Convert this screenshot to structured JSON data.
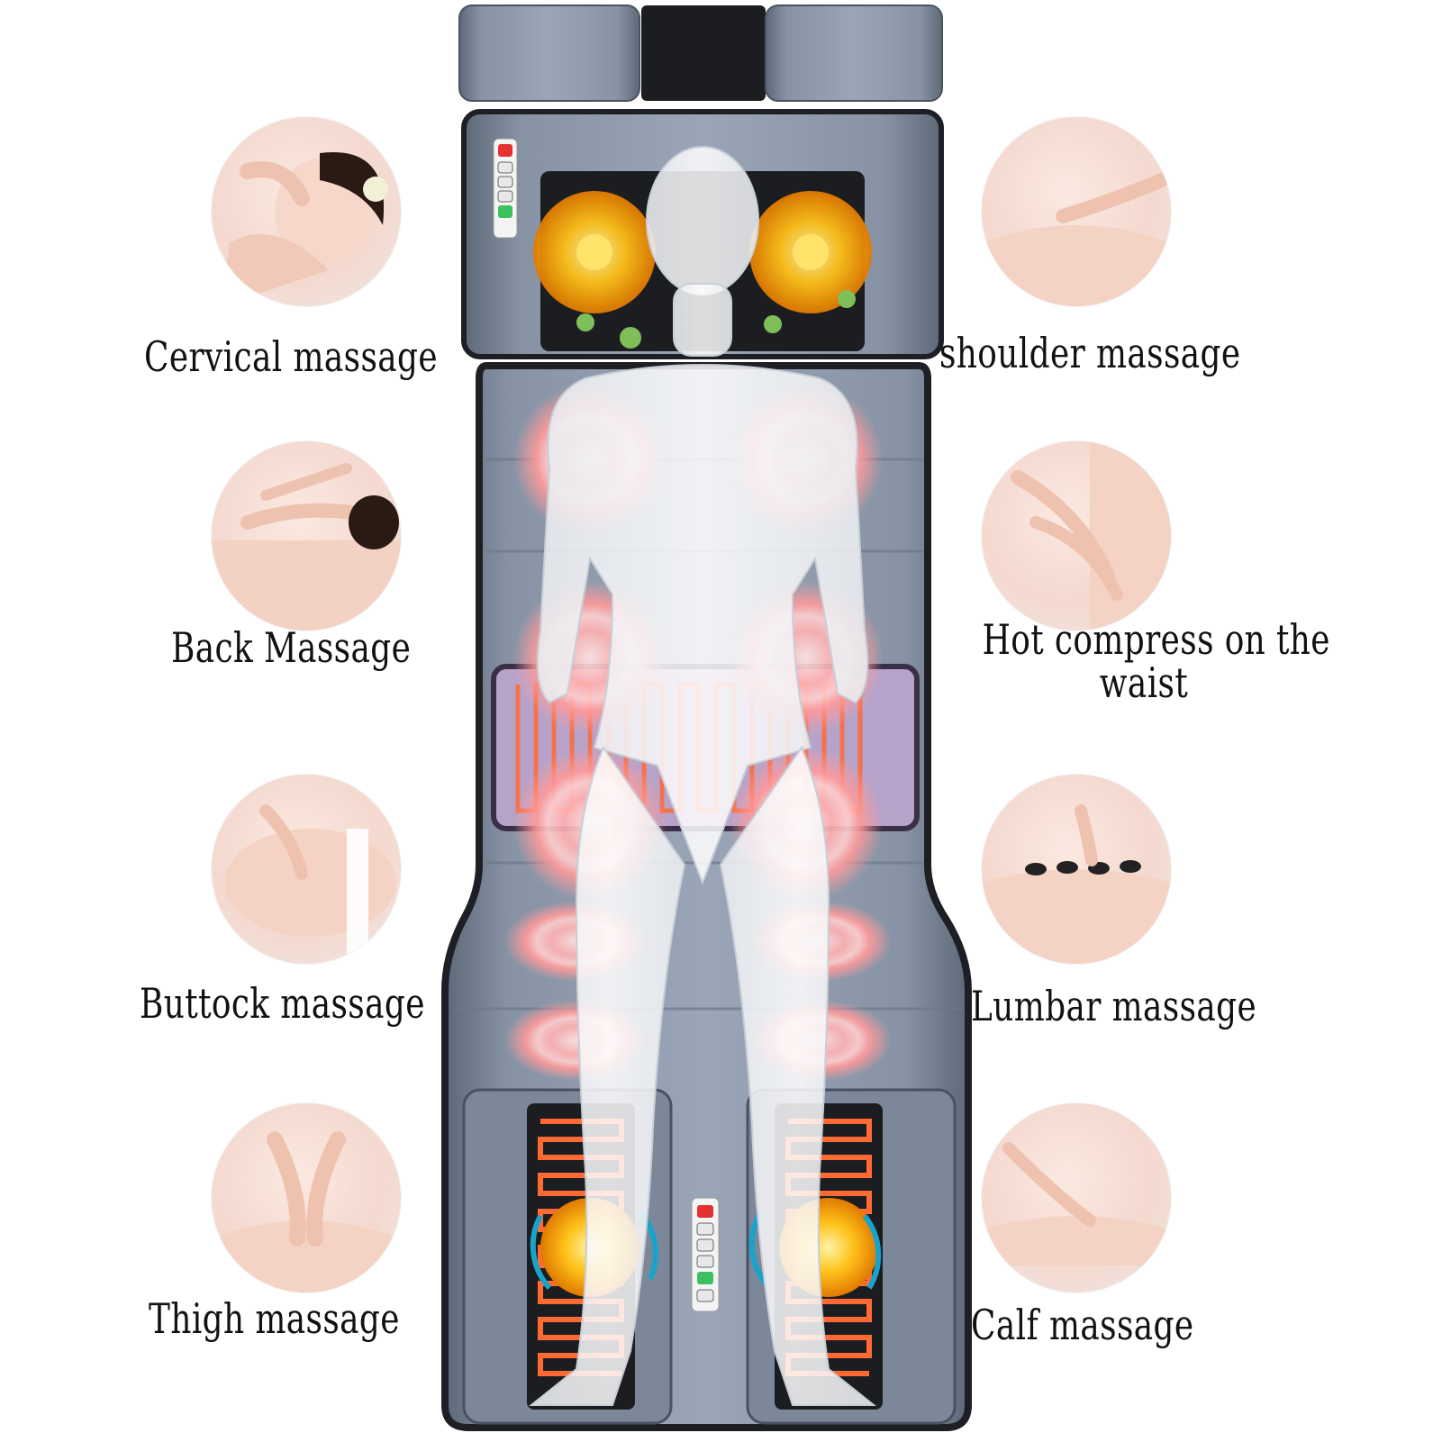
{
  "labels": {
    "cervical": "Cervical massage",
    "shoulder": "shoulder massage",
    "back": "Back Massage",
    "hot_compress_line1": "Hot compress on the",
    "hot_compress_line2": "waist",
    "buttock": "Buttock massage",
    "lumbar": "Lumbar massage",
    "thigh": "Thigh massage",
    "calf": "Calf massage"
  },
  "colors": {
    "mat": "#7f8a9c",
    "mat_dark": "#1d1f24",
    "heat": "#ff5a2a",
    "glow": "#ffb2b2",
    "node": "#ffb21a",
    "arrow": "#1aa3c9",
    "skin": "#f6ddd3"
  }
}
